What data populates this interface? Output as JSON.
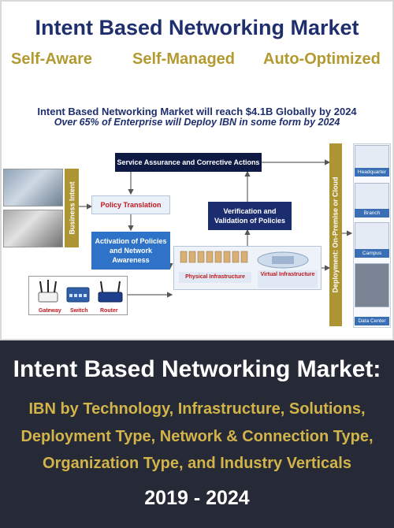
{
  "header": {
    "title": "Intent Based Networking Market",
    "tags": [
      "Self-Aware",
      "Self-Managed",
      "Auto-Optimized"
    ],
    "reach_line": "Intent Based Networking Market will reach $4.1B Globally by 2024",
    "deploy_line": "Over 65% of Enterprise will Deploy IBN in some form by 2024"
  },
  "diagram": {
    "business_intent": "Business Intent",
    "service_assurance": "Service Assurance and Corrective Actions",
    "policy_translation": "Policy Translation",
    "verification": "Verification and Validation of Policies",
    "activation": "Activation  of Policies and Network Awareness",
    "physical_infra": "Physical Infrastructure",
    "virtual_infra": "Virtual Infrastructure",
    "deployment": "Deployment: On-Premise or Cloud",
    "devices": [
      "Gateway",
      "Switch",
      "Router"
    ],
    "sites": [
      "Headquarter",
      "Branch",
      "Campus",
      "Data Center"
    ]
  },
  "footer": {
    "title": "Intent Based Networking Market:",
    "subtitle_lines": [
      "IBN by Technology, Infrastructure, Solutions,",
      "Deployment Type, Network & Connection Type,",
      "Organization Type, and Industry Verticals"
    ],
    "years": "2019 - 2024"
  },
  "colors": {
    "navy": "#1f2f6e",
    "gold": "#b39a30",
    "dark_bg": "#262a36",
    "accent_red": "#c0181e",
    "box_blue": "#2f73c9"
  }
}
